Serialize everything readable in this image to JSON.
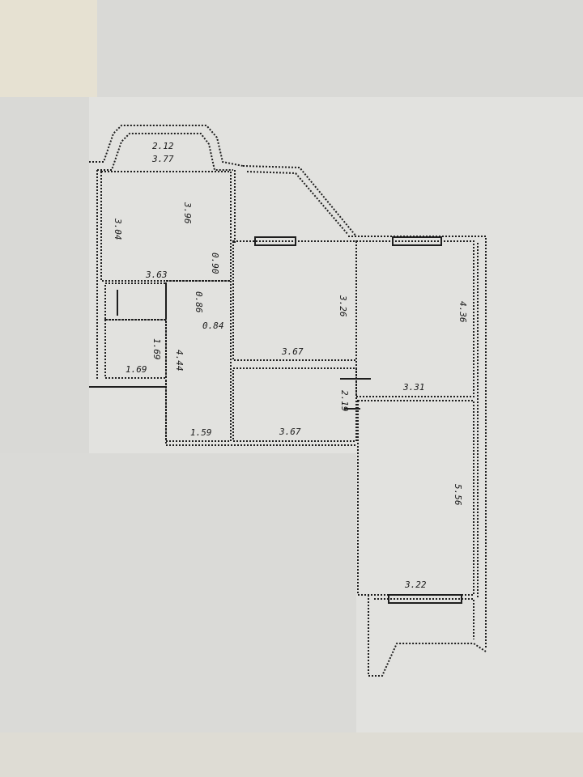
{
  "floor_plan": {
    "kitchen": {
      "bay_width": "2.12",
      "width": "3.77",
      "length": "3.96",
      "side": "3.04",
      "bottom": "3.63",
      "niche": "0.90"
    },
    "bathroom": {
      "width": "0.86",
      "depth": "0.84"
    },
    "toilet": {
      "width": "1.69",
      "depth": "1.69"
    },
    "corridor": {
      "length": "4.44",
      "width": "1.59"
    },
    "room_middle": {
      "length": "3.26",
      "width": "3.67"
    },
    "room_bottom": {
      "width": "3.67",
      "depth": "2.19"
    },
    "room_right": {
      "length": "4.36",
      "width": "3.31"
    },
    "room_right_lower": {
      "length": "5.56",
      "width": "3.22"
    }
  }
}
